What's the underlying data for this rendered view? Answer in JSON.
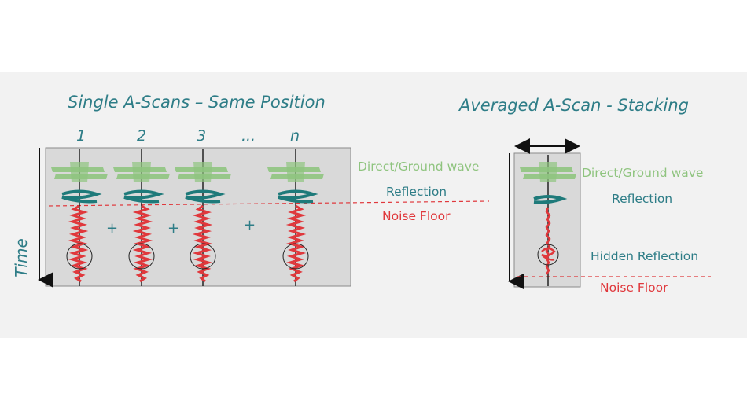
{
  "left_panel": {
    "title": "Single A-Scans – Same Position",
    "scan_numbers": [
      "1",
      "2",
      "3",
      "...",
      "n"
    ],
    "plus_signs": [
      "+",
      "+",
      "+"
    ],
    "labels": {
      "direct": "Direct/Ground wave",
      "reflection": "Reflection",
      "noise": "Noise Floor"
    },
    "time_label": "Time"
  },
  "right_panel": {
    "title": "Averaged A-Scan - Stacking",
    "labels": {
      "direct": "Direct/Ground wave",
      "reflection": "Reflection",
      "hidden": "Hidden Reflection",
      "noise": "Noise Floor"
    }
  },
  "colors": {
    "title_teal": "#2e7d87",
    "direct_wave_green": "#8fc47f",
    "reflection_teal": "#1e7a7a",
    "noise_red": "#e0383c",
    "panel_fill": "#d9d9d9"
  }
}
